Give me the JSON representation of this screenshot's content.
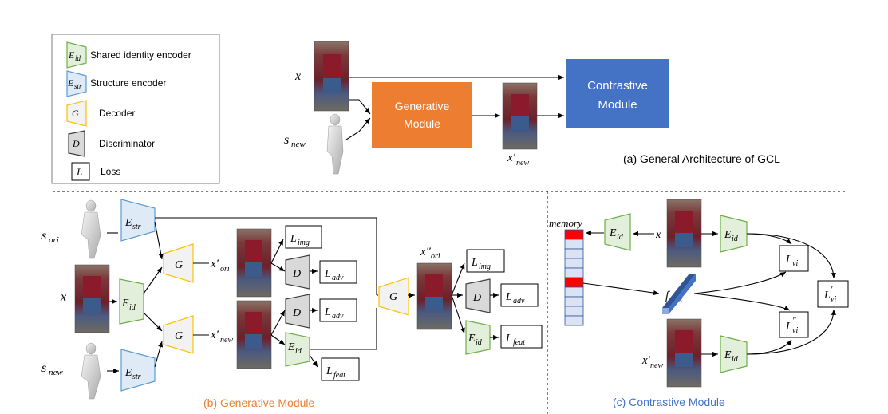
{
  "legend": {
    "items": [
      {
        "symbol": "E",
        "sub": "id",
        "text": "Shared identity encoder"
      },
      {
        "symbol": "E",
        "sub": "str",
        "text": "Structure encoder"
      },
      {
        "symbol": "G",
        "sub": "",
        "text": "Decoder"
      },
      {
        "symbol": "D",
        "sub": "",
        "text": "Discriminator"
      },
      {
        "symbol": "L",
        "sub": "",
        "text": "Loss"
      }
    ]
  },
  "top": {
    "x_label": "x",
    "s_label": "s",
    "s_sub": "new",
    "gen_box": [
      "Generative",
      "Module"
    ],
    "con_box": [
      "Contrastive",
      "Module"
    ],
    "out_label": "x′",
    "out_sub": "new",
    "caption": "(a) General Architecture of GCL"
  },
  "gen": {
    "s_ori": "s",
    "s_ori_sub": "ori",
    "x": "x",
    "s_new": "s",
    "s_new_sub": "new",
    "E": "E",
    "str": "str",
    "id": "id",
    "G": "G",
    "D": "D",
    "L": "L",
    "x_ori": "x′",
    "x_ori_sub": "ori",
    "x_new": "x′",
    "x_new_sub": "new",
    "x_ori2": "x″",
    "x_ori2_sub": "ori",
    "img": "img",
    "adv": "adv",
    "feat": "feat",
    "caption": "(b) Generative Module"
  },
  "con": {
    "memory": "memory",
    "E": "E",
    "id": "id",
    "x": "x",
    "x_new": "x′",
    "x_new_sub": "new",
    "f": "f",
    "pos": "pos",
    "L": "L",
    "vi": "vi",
    "L1_prime": "",
    "L2_prime": "″",
    "L3_prime": "′",
    "caption": "(c) Contrastive Module"
  },
  "colors": {
    "green": "#70ad47",
    "blue": "#5b9bd5",
    "orange": "#ed7d31",
    "gray": "#d9d9d9",
    "cyan": "#2e9ad0",
    "gen_fill": "#ed7d31",
    "con_fill": "#4472c4",
    "mem_red": "#ff0000",
    "mem_cell": "#dae3f3",
    "bar": "#4472c4",
    "caption_orange": "#ed7d31",
    "caption_blue": "#4472c4"
  }
}
